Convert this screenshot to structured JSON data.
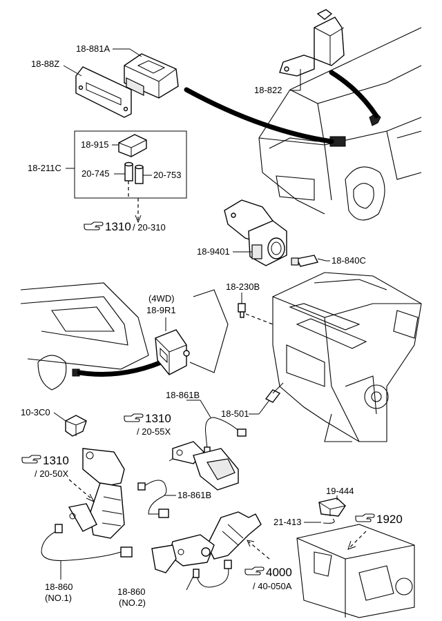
{
  "labels": {
    "l_18_881A": "18-881A",
    "l_18_88Z": "18-88Z",
    "l_18_822": "18-822",
    "l_18_915": "18-915",
    "l_18_211C": "18-211C",
    "l_20_745": "20-745",
    "l_20_753": "20-753",
    "l_18_9401": "18-9401",
    "l_18_840C": "18-840C",
    "l_18_230B": "18-230B",
    "l_4wd": "(4WD)",
    "l_18_9R1": "18-9R1",
    "l_18_861B_top": "18-861B",
    "l_18_501": "18-501",
    "l_10_3C0": "10-3C0",
    "l_18_861B_mid": "18-861B",
    "l_19_444": "19-444",
    "l_21_413": "21-413",
    "l_18_860_no1": "18-860",
    "l_no1": "(NO.1)",
    "l_18_860_no2": "18-860",
    "l_no2": "(NO.2)"
  },
  "refs": {
    "r1": {
      "num": "1310",
      "sub": "/ 20-310"
    },
    "r2": {
      "num": "1310",
      "sub": "/ 20-55X"
    },
    "r3": {
      "num": "1310",
      "sub": "/ 20-50X"
    },
    "r4": {
      "num": "1920",
      "sub": ""
    },
    "r5": {
      "num": "4000",
      "sub": "/ 40-050A"
    }
  },
  "icons": {
    "ref_pointer": "pointing-hand-icon"
  }
}
